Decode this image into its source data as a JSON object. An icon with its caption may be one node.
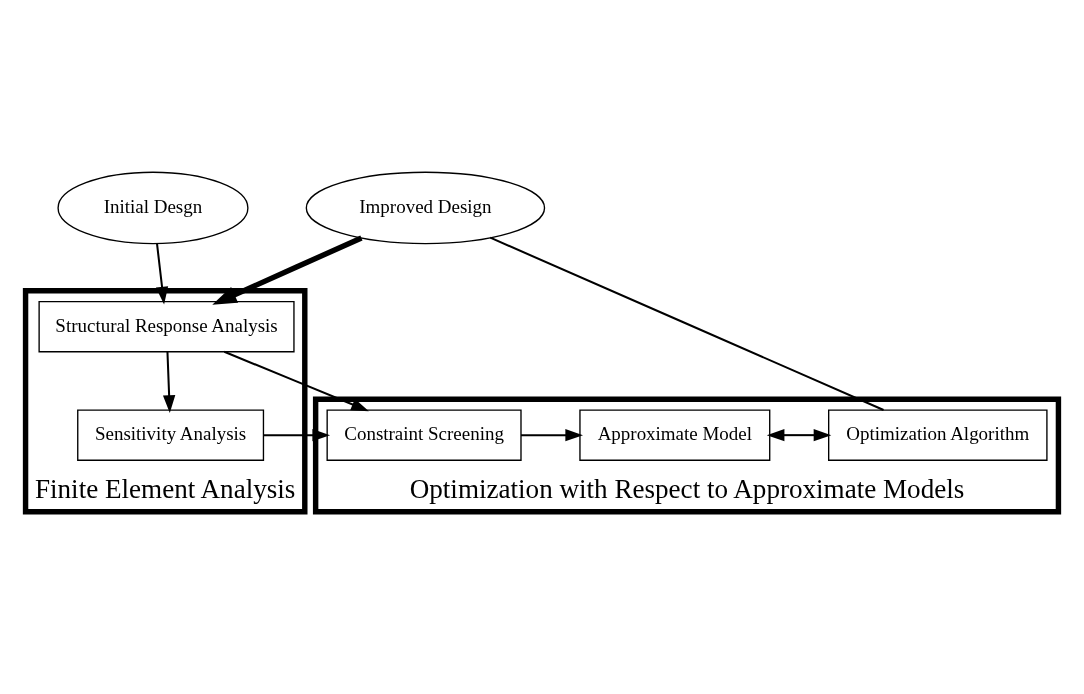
{
  "diagram": {
    "nodes": [
      {
        "text": [
          "Initial Desgn"
        ]
      },
      {
        "text": [
          "Finite Element Analysis"
        ]
      },
      {
        "text": [
          "Structural Response Analysis"
        ],
        "in": 1
      },
      {
        "text": [
          "Sensitivity Analysis"
        ],
        "in": 1
      },
      {
        "text": [
          "Improved Design"
        ]
      },
      {
        "text": [
          "Optimization with Respect to Approximate Models"
        ]
      },
      {
        "text": [
          "Constraint Screening"
        ],
        "in": 5
      },
      {
        "text": [
          "Approximate Model"
        ],
        "in": 5
      },
      {
        "text": [
          "Optimization Algorithm"
        ],
        "in": 5
      }
    ],
    "edges": [
      {
        "from": 0,
        "to": 2,
        "arrow": "to"
      },
      {
        "from": 4,
        "to": 2,
        "arrow": "to",
        "style": "thick"
      },
      {
        "from": 2,
        "to": 3,
        "arrow": "to"
      },
      {
        "from": 2,
        "to": 6,
        "arrow": "to"
      },
      {
        "from": 3,
        "to": 6,
        "arrow": "to"
      },
      {
        "from": 6,
        "to": 7,
        "arrow": "to"
      },
      {
        "from": 7,
        "to": 8,
        "arrow": "both"
      },
      {
        "from": 8,
        "to": 4,
        "arrow": "none"
      }
    ]
  }
}
